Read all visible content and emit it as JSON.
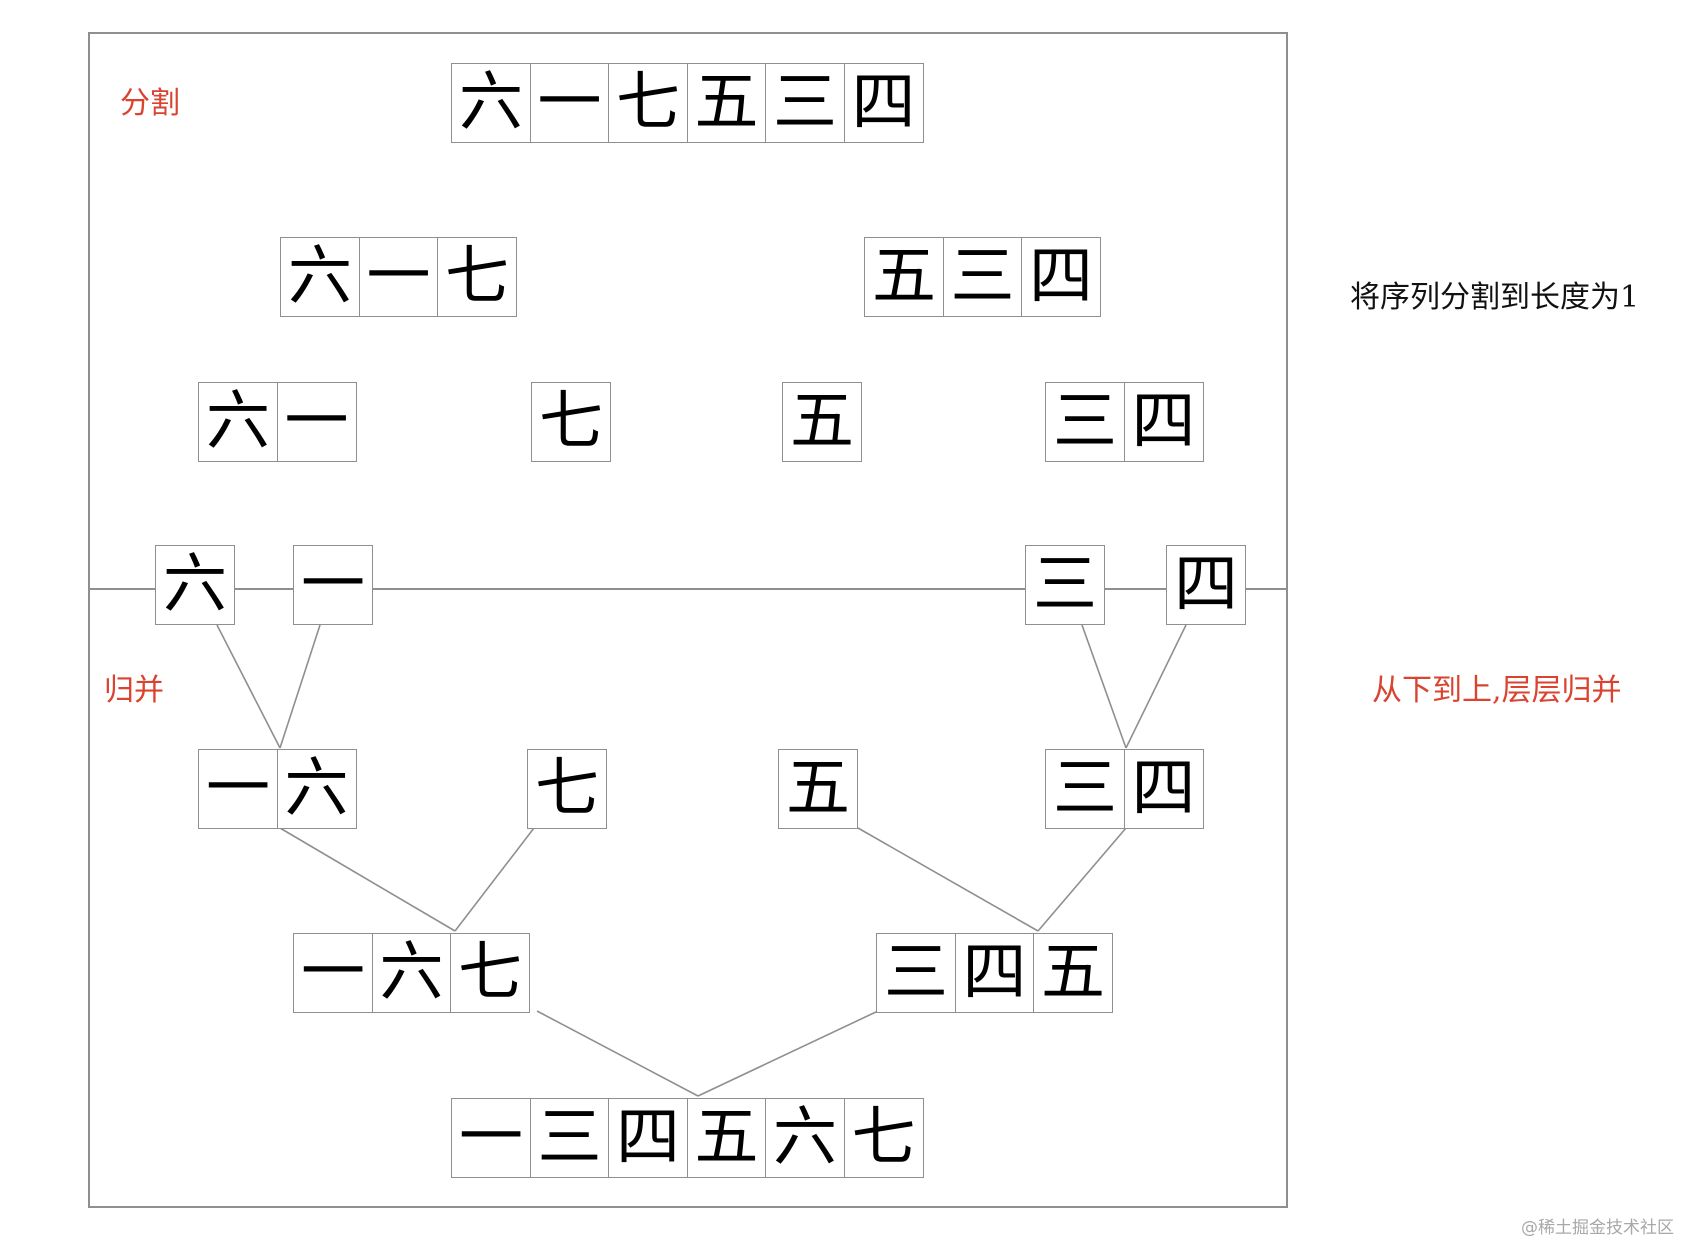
{
  "labels": {
    "split": "分割",
    "merge": "归并",
    "split_note": "将序列分割到长度为1",
    "merge_note": "从下到上,层层归并"
  },
  "colors": {
    "accent": "#d9432f",
    "border": "#8f8f8f",
    "text": "#000000"
  },
  "split": {
    "level0": [
      "六",
      "一",
      "七",
      "五",
      "三",
      "四"
    ],
    "level1": [
      [
        "六",
        "一",
        "七"
      ],
      [
        "五",
        "三",
        "四"
      ]
    ],
    "level2": [
      [
        "六",
        "一"
      ],
      [
        "七"
      ],
      [
        "五"
      ],
      [
        "三",
        "四"
      ]
    ],
    "level3": [
      [
        "六"
      ],
      [
        "一"
      ],
      [
        "三"
      ],
      [
        "四"
      ]
    ]
  },
  "merge": {
    "level1": [
      [
        "一",
        "六"
      ],
      [
        "七"
      ],
      [
        "五"
      ],
      [
        "三",
        "四"
      ]
    ],
    "level2": [
      [
        "一",
        "六",
        "七"
      ],
      [
        "三",
        "四",
        "五"
      ]
    ],
    "result": [
      "一",
      "三",
      "四",
      "五",
      "六",
      "七"
    ]
  },
  "watermark": "@稀土掘金技术社区"
}
